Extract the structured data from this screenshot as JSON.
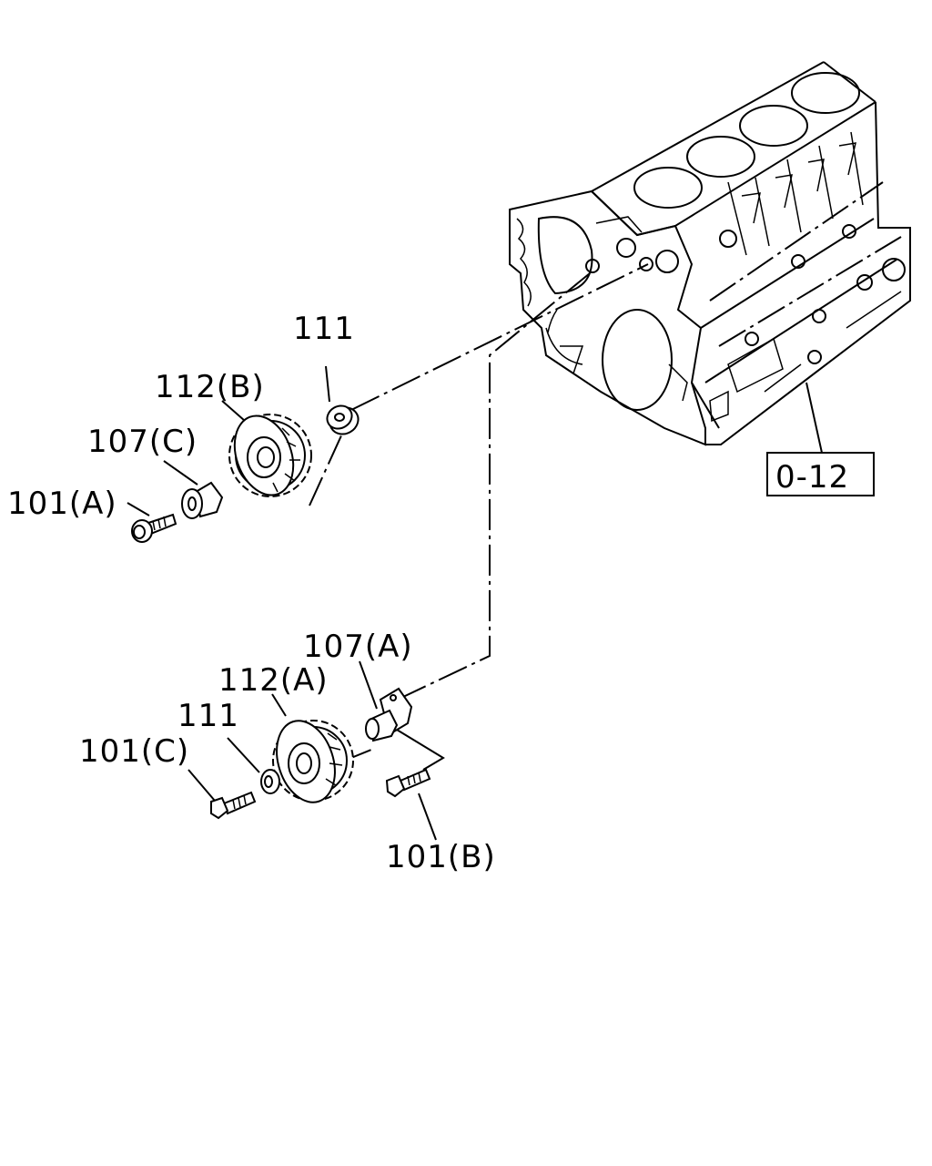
{
  "labels": {
    "washer_upper": "111",
    "gear_b": "112(B)",
    "shaft_c": "107(C)",
    "bolt_a": "101(A)",
    "block_ref": "0-12",
    "shaft_a": "107(A)",
    "gear_a": "112(A)",
    "washer_lower": "111",
    "bolt_c": "101(C)",
    "bolt_b": "101(B)"
  }
}
